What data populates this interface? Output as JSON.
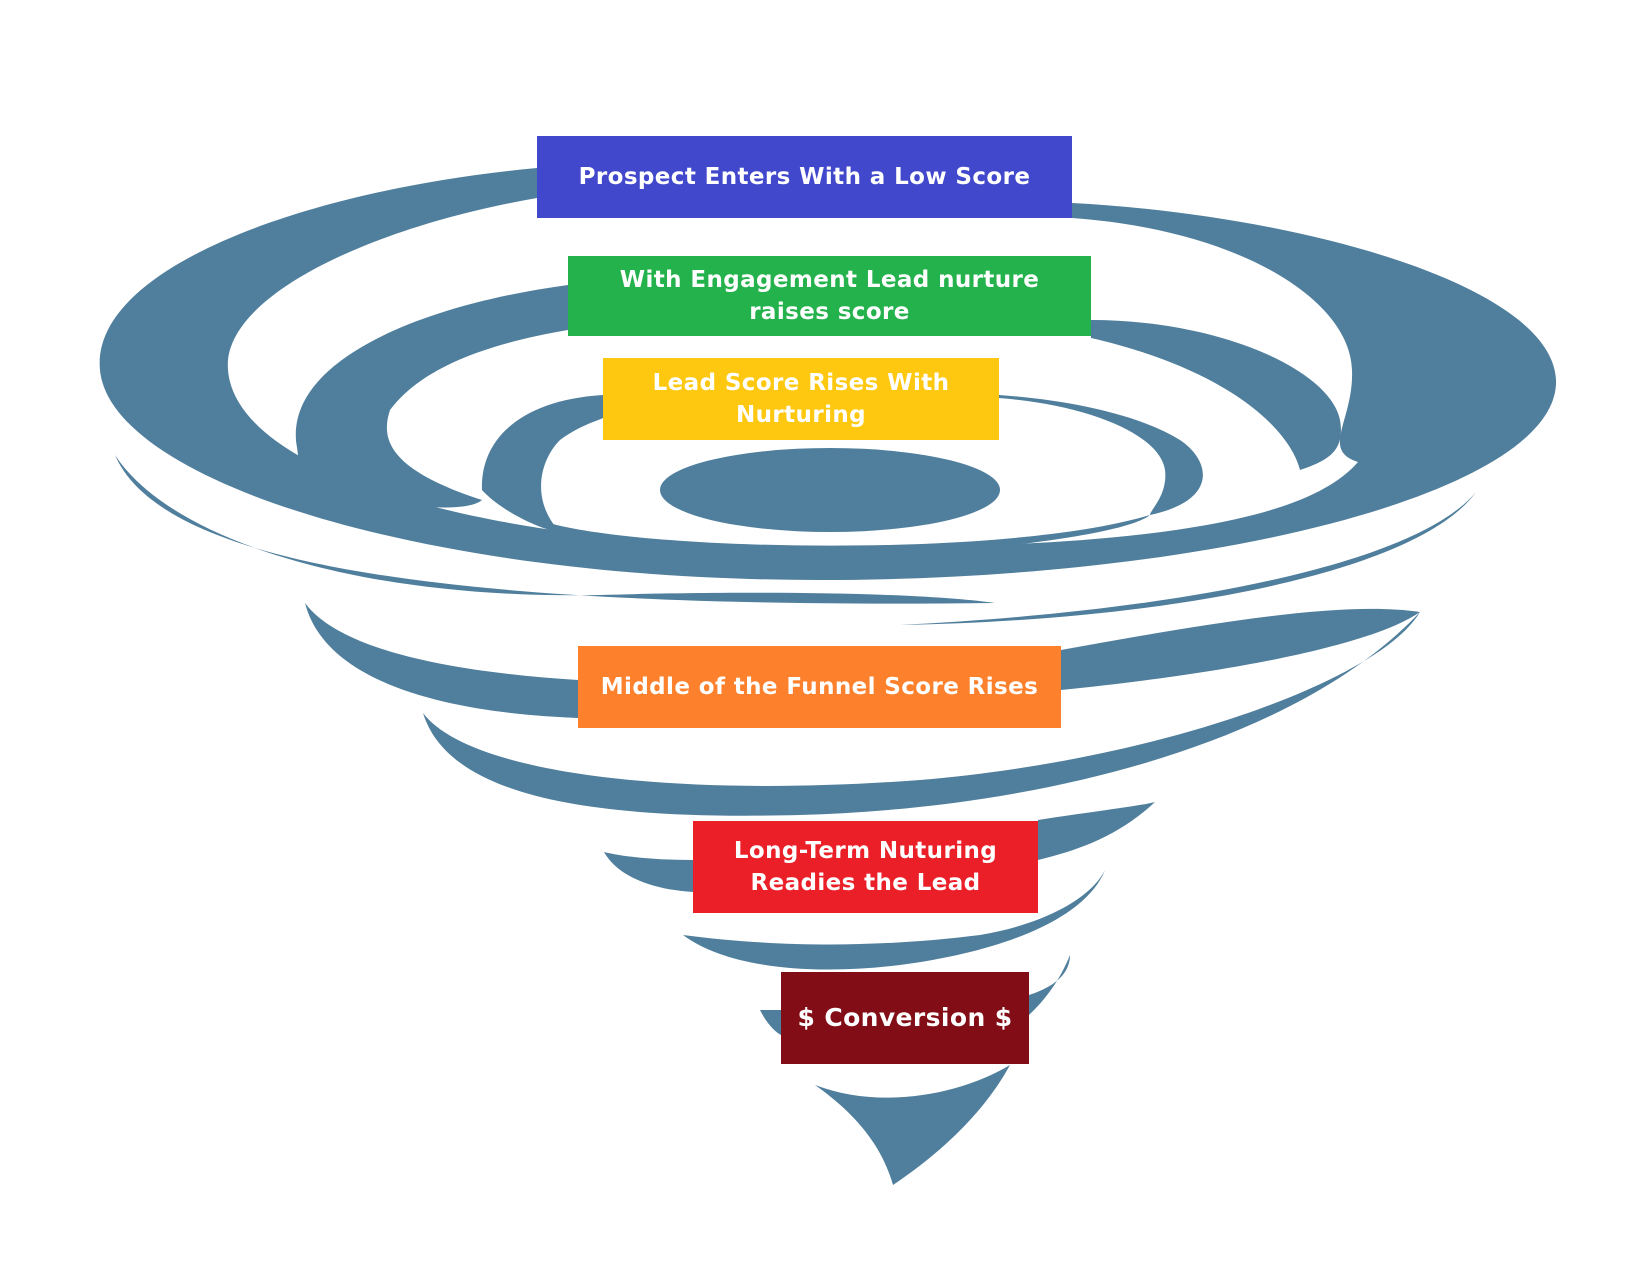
{
  "colors": {
    "tornado": "#507f9d",
    "background": "#ffffff",
    "text": "#ffffff"
  },
  "stages": [
    {
      "lines": [
        "Prospect Enters With a Low Score"
      ],
      "color": "#4248cc"
    },
    {
      "lines": [
        "With Engagement Lead nurture",
        "raises score"
      ],
      "color": "#24b24c"
    },
    {
      "lines": [
        "Lead Score Rises With",
        "Nurturing"
      ],
      "color": "#fdc80f"
    },
    {
      "lines": [
        "Middle of the Funnel Score Rises"
      ],
      "color": "#fd812c"
    },
    {
      "lines": [
        "Long-Term Nuturing",
        "Readies the Lead"
      ],
      "color": "#ea1f28"
    },
    {
      "lines": [
        "$ Conversion $"
      ],
      "color": "#820d16"
    }
  ]
}
